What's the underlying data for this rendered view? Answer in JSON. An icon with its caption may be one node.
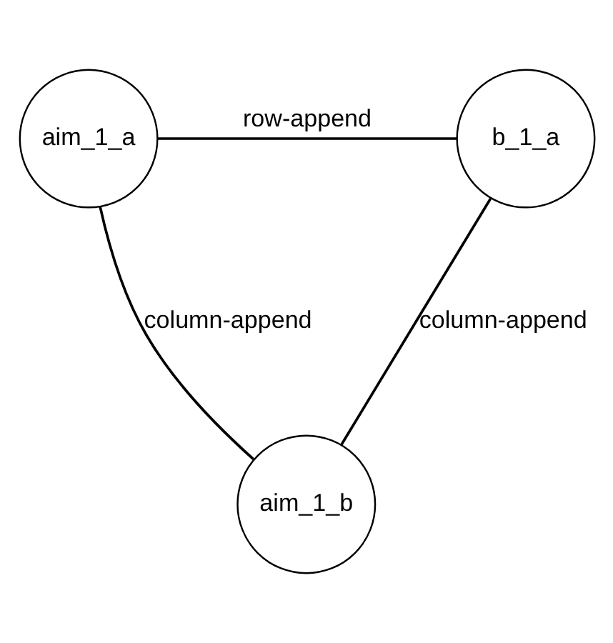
{
  "diagram": {
    "nodes": [
      {
        "text": [
          "aim_1_a"
        ]
      },
      {
        "text": [
          "b_1_a"
        ]
      },
      {
        "text": [
          "aim_1_b"
        ]
      }
    ],
    "edges": [
      {
        "from": 0,
        "to": 1,
        "arrow": "none",
        "label": "row-append"
      },
      {
        "from": 0,
        "to": 2,
        "arrow": "none",
        "label": "column-append"
      },
      {
        "from": 1,
        "to": 2,
        "arrow": "none",
        "label": "column-append"
      }
    ]
  }
}
